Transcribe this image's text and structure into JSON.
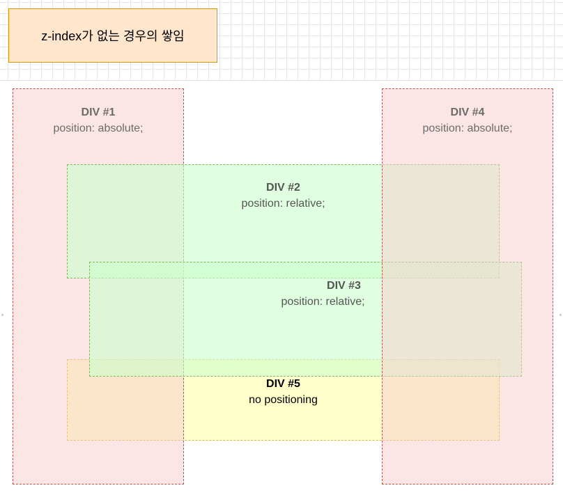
{
  "title": "z-index가 없는 경우의 쌓임",
  "boxes": {
    "div1": {
      "name": "DIV #1",
      "desc": "position: absolute;"
    },
    "div2": {
      "name": "DIV #2",
      "desc": "position: relative;"
    },
    "div3": {
      "name": "DIV #3",
      "desc": "position: relative;"
    },
    "div4": {
      "name": "DIV #4",
      "desc": "position: absolute;"
    },
    "div5": {
      "name": "DIV #5",
      "desc": "no positioning"
    }
  },
  "colors": {
    "title_fill": "#ffe6cc",
    "title_border": "#d79b00",
    "absolute_fill": "#f8cecc",
    "absolute_border": "#b85450",
    "relative_fill": "#ccffcc",
    "relative_border": "#82b366",
    "static_fill": "#ffffcc",
    "static_border": "#d6b656"
  }
}
